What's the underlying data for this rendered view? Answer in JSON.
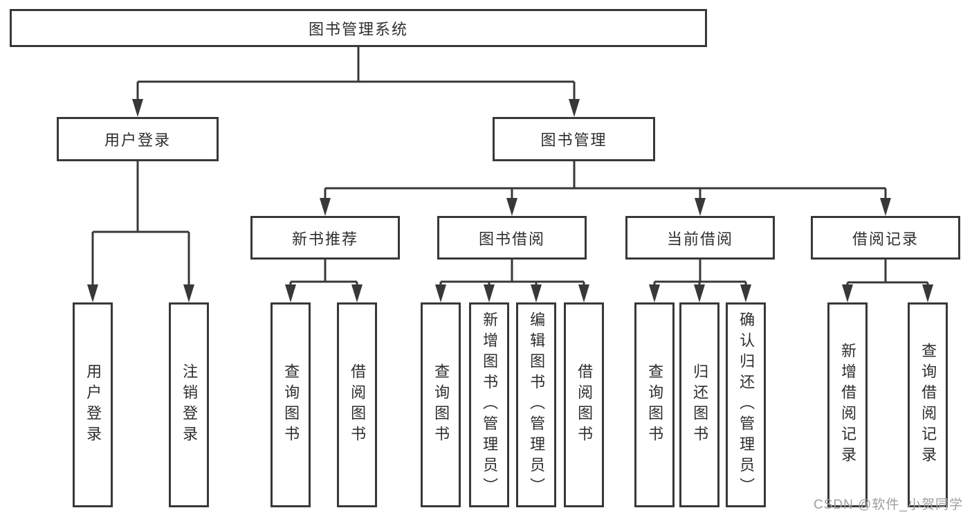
{
  "diagram": {
    "root_label": "图书管理系统",
    "level2": [
      {
        "label": "用户登录",
        "leaves": [
          "用户登录",
          "注销登录"
        ]
      },
      {
        "label": "图书管理",
        "groups": [
          {
            "label": "新书推荐",
            "leaves": [
              "查询图书",
              "借阅图书"
            ]
          },
          {
            "label": "图书借阅",
            "leaves": [
              "查询图书",
              "新增图书（管理员）",
              "编辑图书（管理员）",
              "借阅图书"
            ]
          },
          {
            "label": "当前借阅",
            "leaves": [
              "查询图书",
              "归还图书",
              "确认归还（管理员）"
            ]
          },
          {
            "label": "借阅记录",
            "leaves": [
              "新增借阅记录",
              "查询借阅记录"
            ]
          }
        ]
      }
    ]
  },
  "watermark": {
    "text": "CSDN @软件_小贺同学"
  },
  "palette": {
    "line_color": "#383838",
    "box_background": "#ffffff",
    "page_background": "#ffffff",
    "watermark_color": "#9e9e9e"
  }
}
